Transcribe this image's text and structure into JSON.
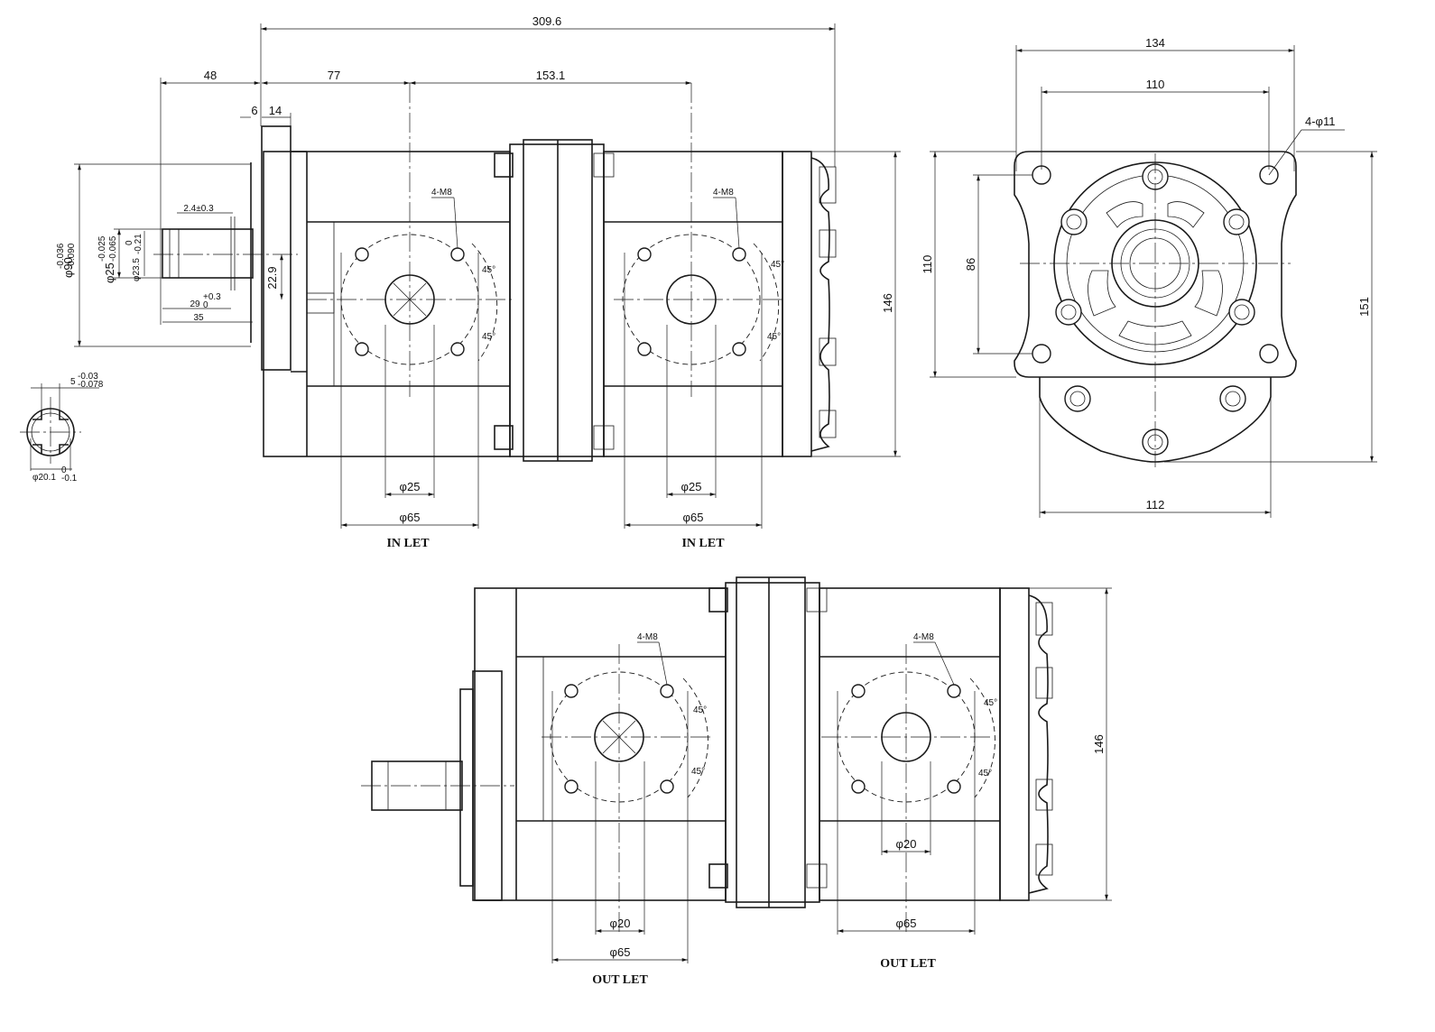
{
  "top_view": {
    "dims": {
      "overall": "309.6",
      "shaft_len": "48",
      "to_inlet1": "77",
      "inlet_spacing": "153.1",
      "flange_step": "6",
      "flange_thk": "14",
      "groove": "2.4±0.3",
      "spline_len_base": "29",
      "spline_len_tol": "+0.3",
      "spline_len_tol2": "0",
      "shaft_35": "35",
      "pilot_dia": "φ90",
      "pilot_tol": "-0.036",
      "pilot_tol2": "-0.090",
      "shaft_dia": "φ25",
      "shaft_tol": "-0.025",
      "shaft_tol2": "-0.065",
      "spline_dia": "φ23.5",
      "spline_tol": "0",
      "spline_tol2": "-0.21",
      "offset": "22.9",
      "height": "146",
      "thread_label_1": "4-M8",
      "thread_label_2": "4-M8",
      "angle_1": "45°",
      "angle_2": "45°",
      "angle_3": "45°",
      "angle_4": "45°",
      "port_dia_1": "φ25",
      "port_dia_2": "φ25",
      "flange_dia_1": "φ65",
      "flange_dia_2": "φ65"
    },
    "labels": {
      "inlet_1": "IN LET",
      "inlet_2": "IN LET"
    }
  },
  "key_section": {
    "key_width": "5",
    "key_tol": "-0.03",
    "key_tol2": "-0.078",
    "root_dia": "φ20.1",
    "root_tol": "0",
    "root_tol2": "-0.1"
  },
  "end_view": {
    "dims": {
      "width_134": "134",
      "width_110": "110",
      "holes": "4-φ11",
      "height_110": "110",
      "height_86": "86",
      "height_151": "151",
      "width_112": "112"
    }
  },
  "bottom_view": {
    "dims": {
      "thread_label_1": "4-M8",
      "thread_label_2": "4-M8",
      "angle_1": "45°",
      "angle_2": "45°",
      "angle_3": "45°",
      "angle_4": "45°",
      "height": "146",
      "port_dia_1": "φ20",
      "port_dia_2": "φ20",
      "flange_dia_1": "φ65",
      "flange_dia_2": "φ65"
    },
    "labels": {
      "outlet_1": "OUT LET",
      "outlet_2": "OUT LET"
    }
  }
}
